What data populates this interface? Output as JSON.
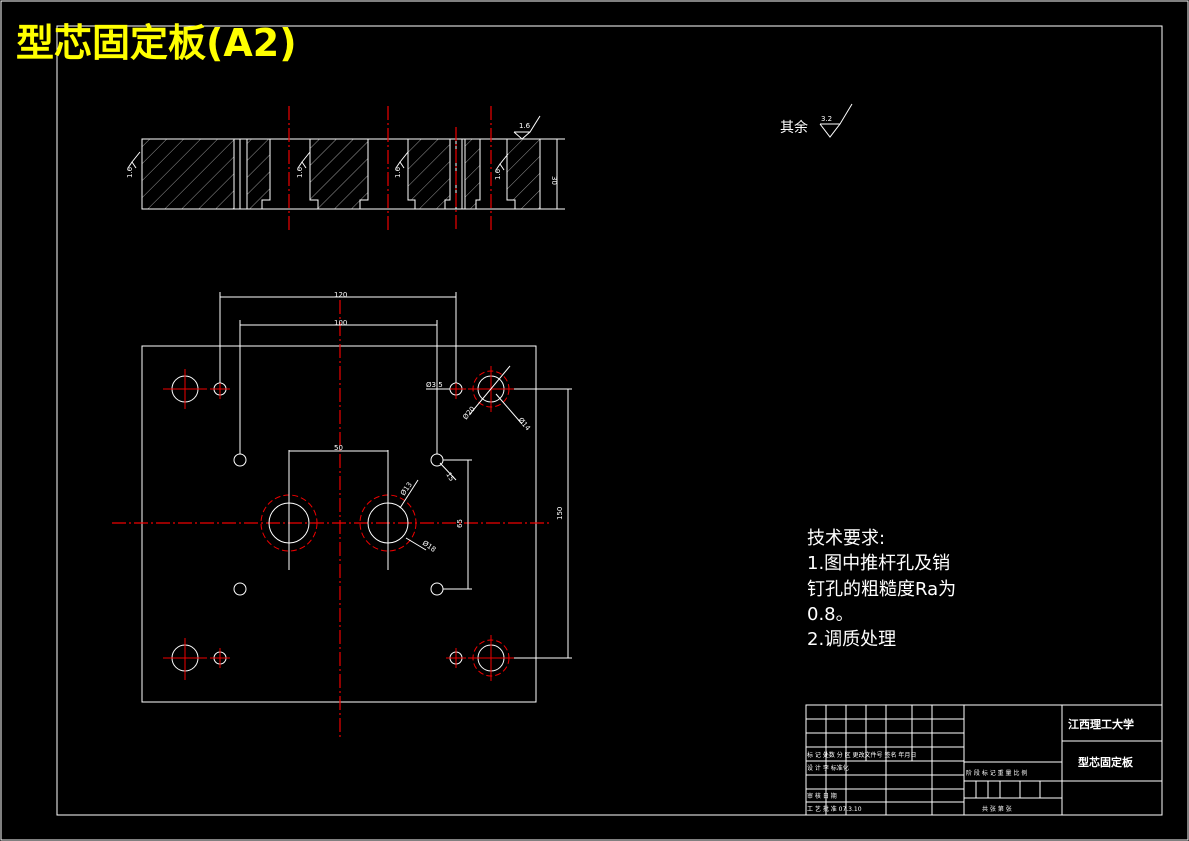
{
  "drawing": {
    "title": "型芯固定板(A2)",
    "title_color": "#ffff00",
    "line_color": "#ffffff",
    "center_line_color": "#ee0000"
  },
  "section_view": {
    "roughness_labels": [
      "1.6",
      "1.6",
      "1.6",
      "1.6"
    ],
    "roughness_top": "1.6",
    "height_dim": "30"
  },
  "roughness_note": {
    "label": "其余",
    "value": "3.2"
  },
  "plan_view": {
    "dims": {
      "outer_width": "120",
      "inner_width": "100",
      "center_spacing": "50",
      "height_right": "150",
      "vert_inner": "65",
      "small_offset": "15",
      "hole_label_1": "Ø3.5",
      "hole_label_2": "Ø20",
      "hole_label_3": "Ø14",
      "core_label_1": "Ø13",
      "core_label_2": "Ø18"
    }
  },
  "tech_requirements": {
    "heading": "技术要求:",
    "line1": "1.图中推杆孔及销",
    "line2": "钉孔的粗糙度Ra为",
    "line3": "0.8。",
    "line4": "2.调质处理"
  },
  "title_block": {
    "school": "江西理工大学",
    "part_name": "型芯固定板",
    "row_revision": "标 记 处数   分  区 更改文件号    签名    年月日",
    "row_design": "设 计  李   标准化",
    "row_review": "审 核 日 期",
    "row_process": "工  艺         批 准       07.3.10",
    "stage_labels": "阶 段 标 记  重 量  比 例",
    "sheet_labels": "共   张    第    张"
  }
}
